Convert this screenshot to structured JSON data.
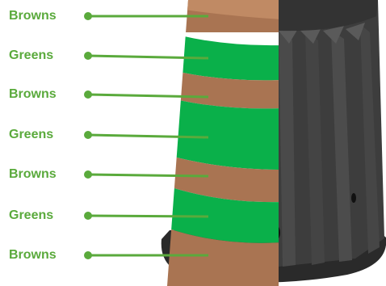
{
  "labels": [
    {
      "text": "Browns",
      "layer": "brown"
    },
    {
      "text": "Greens",
      "layer": "green"
    },
    {
      "text": "Browns",
      "layer": "brown"
    },
    {
      "text": "Greens",
      "layer": "green"
    },
    {
      "text": "Browns",
      "layer": "brown"
    },
    {
      "text": "Greens",
      "layer": "green"
    },
    {
      "text": "Browns",
      "layer": "brown"
    }
  ],
  "colors": {
    "label": "#5aaa3c",
    "leader": "#5aaa3c",
    "brown_layer": "#a97452",
    "green_layer": "#0ab04a",
    "bin_body": "#3b3b3b",
    "bin_rim": "#2a2a2a"
  }
}
